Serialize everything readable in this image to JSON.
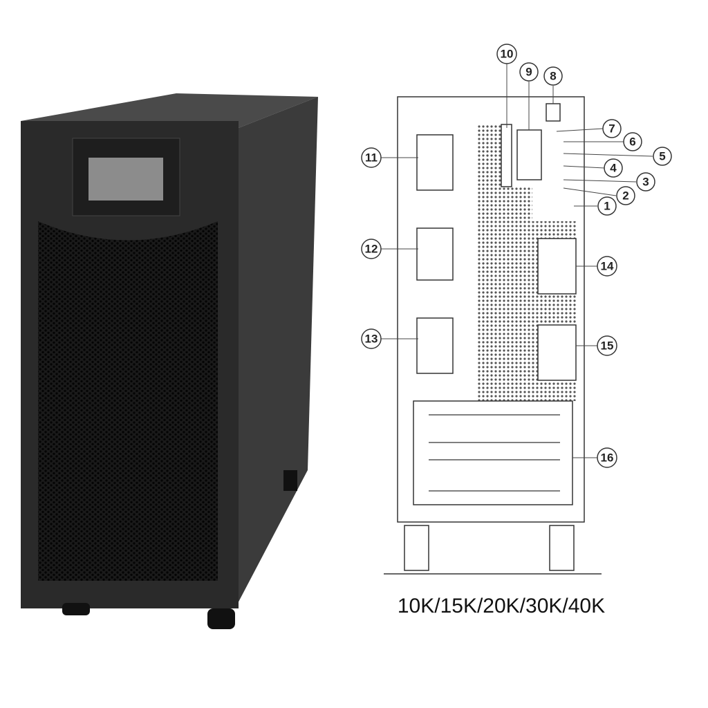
{
  "diagram": {
    "callouts": [
      "1",
      "2",
      "3",
      "4",
      "5",
      "6",
      "7",
      "8",
      "9",
      "10",
      "11",
      "12",
      "13",
      "14",
      "15",
      "16"
    ],
    "caption": "10K/15K/20K/30K/40K"
  },
  "colors": {
    "cabinet": "#2b2b2b",
    "cabinet_side": "#3a3a3a",
    "screen": "#8a8a8a",
    "line": "#333333"
  }
}
